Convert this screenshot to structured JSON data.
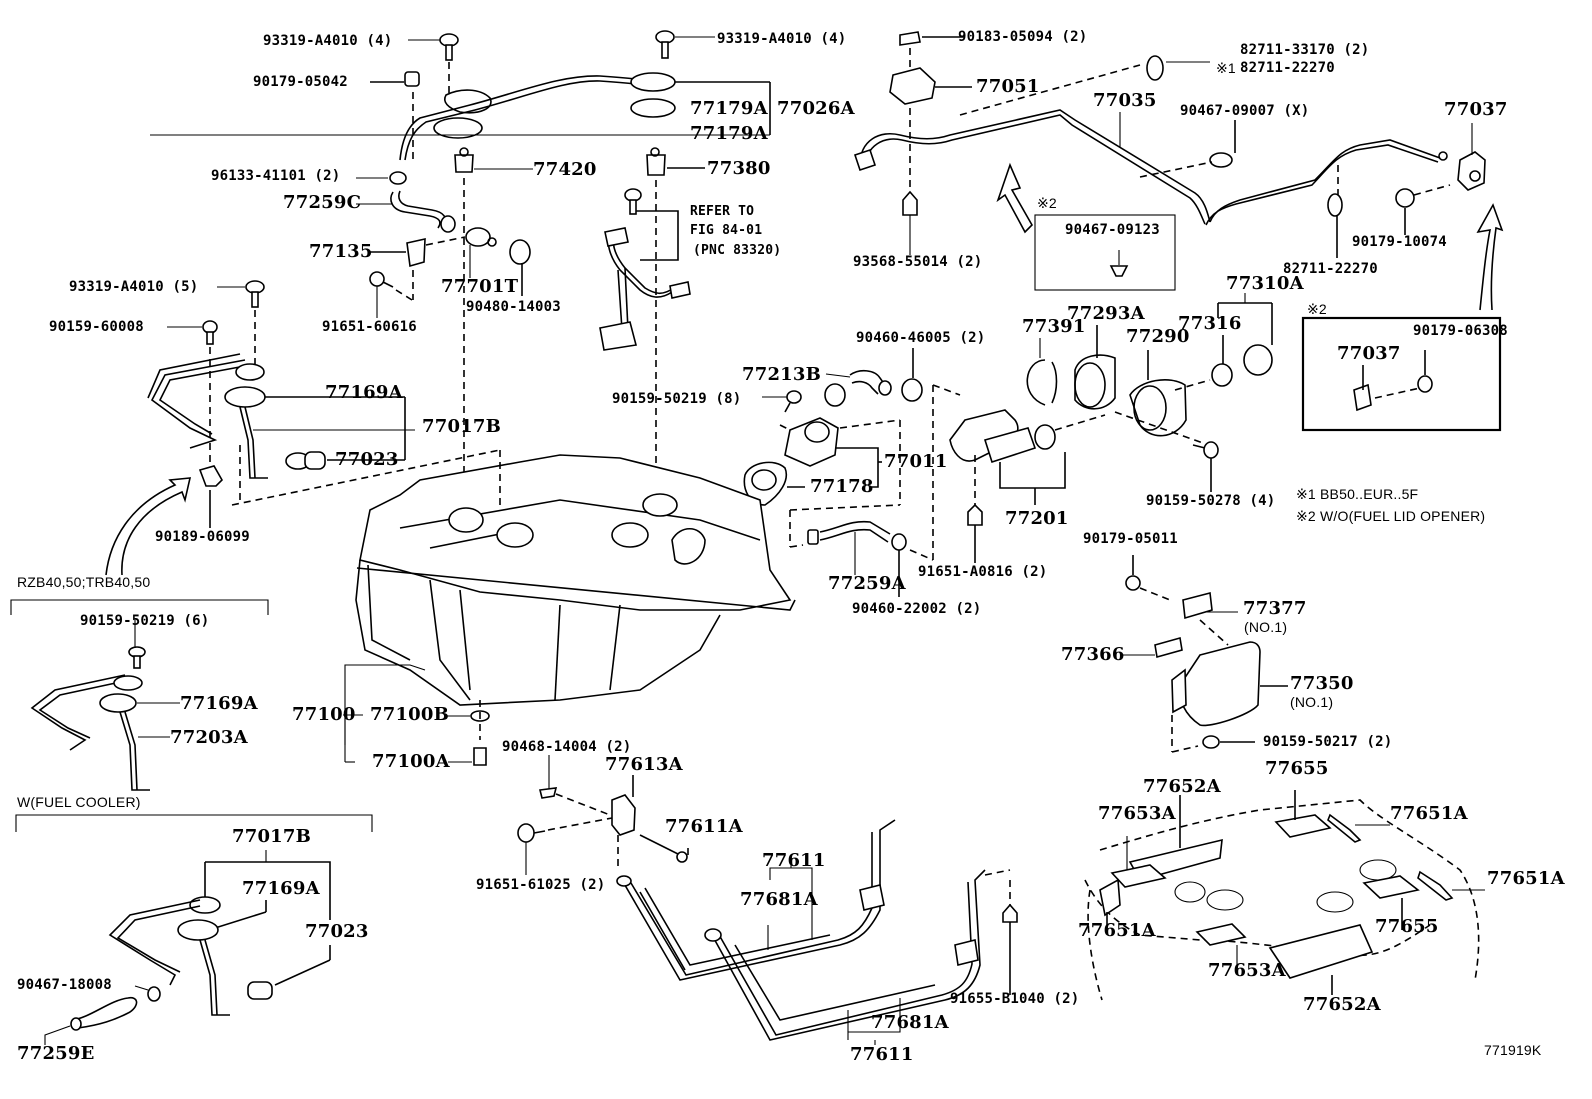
{
  "diagram": {
    "figure_id": "771919K",
    "notes": {
      "note1": "※1 BB50..EUR..5F",
      "note2": "※2 W/O(FUEL LID OPENER)"
    },
    "refer": {
      "line1": "REFER TO",
      "line2": "FIG 84-01",
      "line3": "(PNC 83320)"
    },
    "variants": {
      "rzb": "RZB40,50;TRB40,50",
      "fuel_cooler": "W(FUEL COOLER)"
    },
    "marks": {
      "x2_box1": "※2",
      "x2_box2": "※2",
      "x1": "※1"
    },
    "parts": {
      "p93319_a4010_4_left": "93319-A4010 (4)",
      "p90179_05042": "90179-05042",
      "p96133_41101": "96133-41101 (2)",
      "p77259c": "77259C",
      "p77135": "77135",
      "p93319_a4010_5": "93319-A4010 (5)",
      "p90159_60008": "90159-60008",
      "p91651_60616": "91651-60616",
      "p77701t": "77701T",
      "p90480_14003": "90480-14003",
      "p77420": "77420",
      "p93319_a4010_4_right": "93319-A4010 (4)",
      "p77179a_1": "77179A",
      "p77179a_2": "77179A",
      "p77026a": "77026A",
      "p77380": "77380",
      "p90183_05094": "90183-05094 (2)",
      "p77051": "77051",
      "p93568_55014": "93568-55014 (2)",
      "p82711_33170": "82711-33170 (2)",
      "p82711_22270_top": "82711-22270",
      "p77035": "77035",
      "p90467_09007": "90467-09007 (X)",
      "p77037_top": "77037",
      "p90467_09123": "90467-09123",
      "p90179_10074": "90179-10074",
      "p82711_22270_bot": "82711-22270",
      "p77310a": "77310A",
      "p77169a_top": "77169A",
      "p77017b_top": "77017B",
      "p77023_top": "77023",
      "p90189_06099": "90189-06099",
      "p90460_46005": "90460-46005 (2)",
      "p77213b": "77213B",
      "p90159_50219_8": "90159-50219 (8)",
      "p77011": "77011",
      "p77178": "77178",
      "p77201": "77201",
      "p77259a": "77259A",
      "p91651_a0816": "91651-A0816 (2)",
      "p90460_22002": "90460-22002 (2)",
      "p77391": "77391",
      "p77293a": "77293A",
      "p77290": "77290",
      "p77316": "77316",
      "p90179_06308": "90179-06308",
      "p77037_box": "77037",
      "p90159_50278": "90159-50278 (4)",
      "p90179_05011": "90179-05011",
      "p77377": "77377",
      "p77377_sub": "(NO.1)",
      "p77366": "77366",
      "p77350": "77350",
      "p77350_sub": "(NO.1)",
      "p90159_50217": "90159-50217 (2)",
      "p90159_50219_6": "90159-50219 (6)",
      "p77169a_mid": "77169A",
      "p77203a": "77203A",
      "p77100": "77100",
      "p77100b": "77100B",
      "p77100a": "77100A",
      "p90468_14004": "90468-14004 (2)",
      "p77613a": "77613A",
      "p77611a": "77611A",
      "p91651_61025": "91651-61025 (2)",
      "p77611_top": "77611",
      "p77681a_top": "77681A",
      "p77681a_bot": "77681A",
      "p77611_bot": "77611",
      "p91655_b1040": "91655-B1040 (2)",
      "p77017b_bot": "77017B",
      "p77169a_bot": "77169A",
      "p77023_bot": "77023",
      "p90467_18008": "90467-18008",
      "p77259e": "77259E",
      "p77652a_top": "77652A",
      "p77655_top": "77655",
      "p77653a_top": "77653A",
      "p77651a_r1": "77651A",
      "p77651a_r2": "77651A",
      "p77651a_l": "77651A",
      "p77655_bot": "77655",
      "p77653a_bot": "77653A",
      "p77652a_bot": "77652A"
    }
  }
}
